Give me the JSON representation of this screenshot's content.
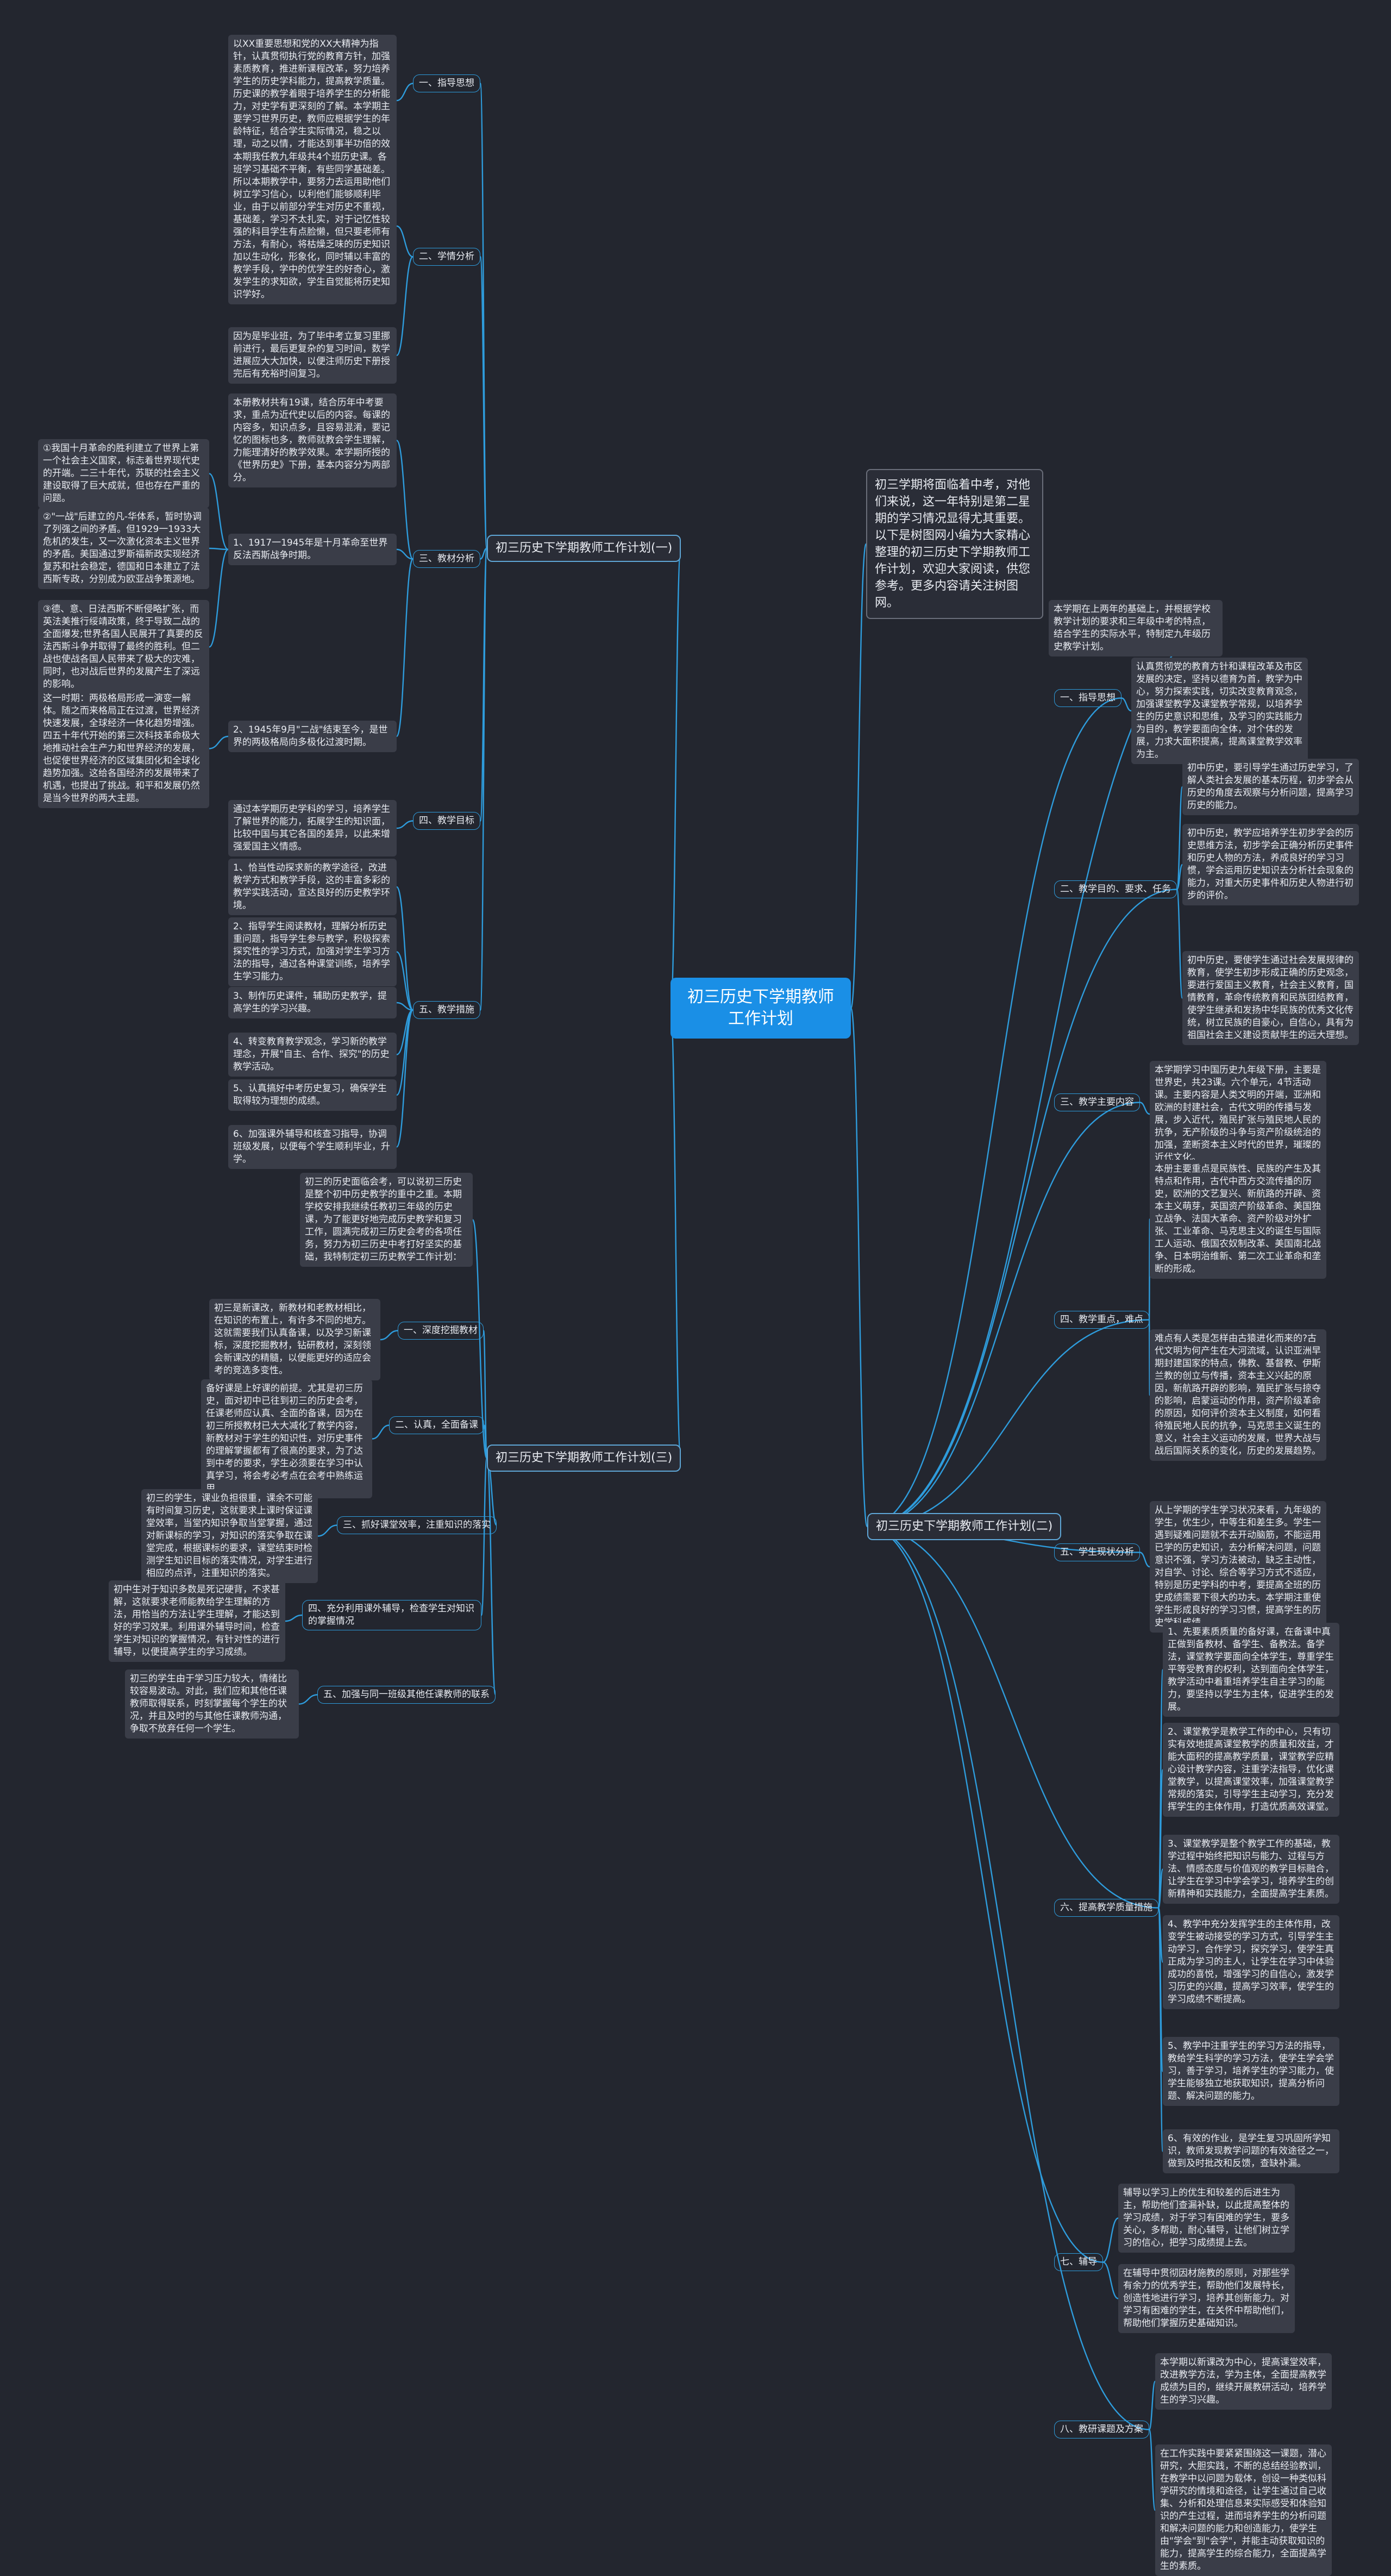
{
  "title": "初三历史下学期教师工作计划",
  "intro": "初三学期将面临着中考，对他们来说，这一年特别是第二星期的学习情况显得尤其重要。以下是树图网小编为大家精心整理的初三历史下学期教师工作计划，欢迎大家阅读，供您参考。更多内容请关注树图网。",
  "plan1": {
    "title": "初三历史下学期教师工作计划(一)",
    "s1": {
      "label": "一、指导思想",
      "text": "以XX重要思想和党的XX大精神为指针，认真贯彻执行党的教育方针，加强素质教育，推进新课程改革，努力培养学生的历史学科能力，提高教学质量。历史课的教学着眼于培养学生的分析能力，对史学有更深刻的了解。本学期主要学习世界历史，教师应根据学生的年龄特征，结合学生实际情况，稳之以理，动之以情，才能达到事半功倍的效果。"
    },
    "s2": {
      "label": "二、学情分析",
      "t1": "本期我任教九年级共4个班历史课。各班学习基础不平衡，有些同学基础差。所以本期教学中，要努力去运用助他们树立学习信心，以利他们能够顺利毕业，由于以前部分学生对历史不重视，基础差，学习不太扎实，对于记忆性较强的科目学生有点脸懒，但只要老师有方法，有耐心，将枯燥乏味的历史知识加以生动化，形象化，同时辅以丰富的教学手段，学中的优学生的好奇心，激发学生的求知欲，学生自觉能将历史知识学好。",
      "t2": "因为是毕业班，为了毕中考立复习里挪前进行，最后更复杂的复习时间，数学进展应大大加快，以便注师历史下册授完后有充裕时间复习。"
    },
    "s3": {
      "label": "三、教材分析",
      "t0": "本册教材共有19课，结合历年中考要求，重点为近代史以后的内容。每课的内容多，知识点多，且容易混淆，要记忆的图标也多，教师就教会学生理解，力能理清好的教学效果。本学期所授的《世界历史》下册，基本内容分为两部分。",
      "sub1": "1、1917一1945年是十月革命至世界反法西斯战争时期。",
      "c1": "①我国十月革命的胜利建立了世界上第一个社会主义国家，标志着世界现代史的开端。二三十年代，苏联的社会主义建设取得了巨大成就，但也存在严重的问题。",
      "c2": "②\"一战\"后建立的凡-华体系，暂时协调了列强之间的矛盾。但1929一1933大危机的发生，又一次激化资本主义世界的矛盾。美国通过罗斯福新政实现经济复苏和社会稳定，德国和日本建立了法西斯专政，分别成为欧亚战争策源地。",
      "c3": "③德、意、日法西斯不断侵略扩张，而英法美推行绥靖政策，终于导致二战的全面爆发;世界各国人民展开了真要的反法西斯斗争并取得了最终的胜利。但二战也使战各国人民带来了极大的灾难，同时，也对战后世界的发展产生了深远的影响。",
      "sub2": "2、1945年9月\"二战\"结束至今，是世界的两极格局向多极化过渡时期。",
      "c4": "这一时期：两极格局形成一演变一解体。随之而来格局正在过渡，世界经济快速发展，全球经济一体化趋势增强。四五十年代开始的第三次科技革命极大地推动社会生产力和世界经济的发展，也促使世界经济的区域集团化和全球化趋势加强。这给各国经济的发展带来了机遇，也提出了挑战。和平和发展仍然是当今世界的两大主题。"
    },
    "s4": {
      "label": "四、教学目标",
      "text": "通过本学期历史学科的学习，培养学生了解世界的能力，拓展学生的知识面，比较中国与其它各国的差异，以此来增强爱国主义情感。"
    },
    "s5": {
      "label": "五、教学措施",
      "m1": "1、恰当性动探求新的教学途径，改进教学方式和教学手段，这的丰富多彩的教学实践活动，宣达良好的历史教学环境。",
      "m2": "2、指导学生阅读教材，理解分析历史重问题，指导学生参与教学，积极探索探究性的学习方式，加强对学生学习方法的指导，通过各种课堂训练，培养学生学习能力。",
      "m3": "3、制作历史课件，辅助历史教学，提高学生的学习兴趣。",
      "m4": "4、转变教育教学观念，学习新的教学理念，开展\"自主、合作、探究\"的历史教学活动。",
      "m5": "5、认真搞好中考历史复习，确保学生取得较为理想的成绩。",
      "m6": "6、加强课外辅导和核查习指导，协调班级发展，以便每个学生顺利毕业，升学。"
    }
  },
  "plan3": {
    "title": "初三历史下学期教师工作计划(三)",
    "text0": "初三的历史面临会考，可以说初三历史是整个初中历史教学的重中之重。本期学校安排我继续任教初三年级的历史课，为了能更好地完成历史教学和复习工作，圆满完成初三历史会考的各项任务，努力为初三历史中考打好坚实的基础，我特制定初三历史教学工作计划：",
    "n1": {
      "label": "一、深度挖掘教材",
      "text": "初三是新课改，新教材和老教材相比，在知识的布置上，有许多不同的地方。这就需要我们认真备课，以及学习新课标，深度挖掘教材，钻研教材，深刻领会新课改的精髓，以便能更好的适应会考的竞选多变性。"
    },
    "n2": {
      "label": "二、认真，全面备课",
      "text": "备好课是上好课的前提。尤其是初三历史，面对初中已往到初三的历史会考，任课老师应认真、全面的备课，因为在初三所授教材已大大减化了教学内容，新教材对于学生的知识性，对历史事件的理解掌握都有了很高的要求，为了达到中考的要求，学生必须要在学习中认真学习，将会考必考点在会考中熟练运用。"
    },
    "n3": {
      "label": "三、抓好课堂效率，注重知识的落实",
      "text": "初三的学生，课业负担很重，课余不可能有时间复习历史，这就要求上课时保证课堂效率，当堂内知识争取当堂掌握，通过对新课标的学习，对知识的落实争取在课堂完成，根据课标的要求，课堂结束时检测学生知识目标的落实情况，对学生进行相应的点评，注重知识的落实。"
    },
    "n4": {
      "label": "四、充分利用课外辅导，检查学生对知识的掌握情况",
      "text": "初中生对于知识多数是死记硬背，不求甚解，这就要求老师能教给学生理解的方法，用恰当的方法让学生理解，才能达到好的学习效果。利用课外辅导时间，检查学生对知识的掌握情况，有针对性的进行辅导，以便提高学生的学习成绩。"
    },
    "n5": {
      "label": "五、加强与同一班级其他任课教师的联系",
      "text": "初三的学生由于学习压力较大，情绪比较容易波动。对此，我们应和其他任课教师取得联系，时刻掌握每个学生的状况，并且及时的与其他任课教师沟通，争取不放弃任何一个学生。"
    }
  },
  "plan2": {
    "title": "初三历史下学期教师工作计划(二)",
    "top": "本学期在上两年的基础上，并根据学校教学计划的要求和三年级中考的特点，结合学生的实际水平，特制定九年级历史教学计划。",
    "p1": {
      "label": "一、指导思想",
      "text": "认真贯彻党的教育方针和课程改革及市区发展的决定，坚持以德育为首，教学为中心，努力探索实践，切实改变教育观念，加强课堂教学及课堂教学常规，以培养学生的历史意识和思维，及学习的实践能力为目的，教学要面向全体，对个体的发展，力求大面积提高，提高课堂教学效率为主。"
    },
    "p2": {
      "label": "二、教学目的、要求、任务",
      "t1": "初中历史，要引导学生通过历史学习，了解人类社会发展的基本历程，初步学会从历史的角度去观察与分析问题，提高学习历史的能力。",
      "t2": "初中历史，教学应培养学生初步学会的历史思维方法，初步学会正确分析历史事件和历史人物的方法，养成良好的学习习惯，学会运用历史知识去分析社会现象的能力，对重大历史事件和历史人物进行初步的评价。",
      "t3": "初中历史，要使学生通过社会发展规律的教育，使学生初步形成正确的历史观念，要进行爱国主义教育，社会主义教育，国情教育，革命传统教育和民族团结教育，使学生继承和发扬中华民族的优秀文化传统，树立民族的自豪心，自信心，具有为祖国社会主义建设贡献毕生的远大理想。"
    },
    "p3": {
      "label": "三、教学主要内容",
      "text": "本学期学习中国历史九年级下册，主要是世界史，共23课。六个单元，4节活动课。主要内容是人类文明的开端，亚洲和欧洲的封建社会，古代文明的传播与发展，步入近代，殖民扩张与殖民地人民的抗争，无产阶级的斗争与资产阶级统治的加强，垄断资本主义时代的世界，璀璨的近代文化。"
    },
    "p4": {
      "label": "四、教学重点，难点",
      "t1": "本册主要重点是民族性、民族的产生及其特点和作用，古代中西方交流传播的历史，欧洲的文艺复兴、新航路的开辟、资本主义萌芽，英国资产阶级革命、美国独立战争、法国大革命、资产阶级对外扩张、工业革命、马克思主义的诞生与国际工人运动、俄国农奴制改革、美国南北战争、日本明治维新、第二次工业革命和垄断的形成。",
      "t2": "难点有人类是怎样由古猿进化而来的?古代文明为何产生在大河流域，认识亚洲早期封建国家的特点，佛教、基督教、伊斯兰教的创立与传播，资本主义兴起的原因，新航路开辟的影响，殖民扩张与掠夺的影响，启蒙运动的作用，资产阶级革命的原因，如何评价资本主义制度，如何看待殖民地人民的抗争，马克思主义诞生的意义，社会主义运动的发展，世界大战与战后国际关系的变化，历史的发展趋势。"
    },
    "p5": {
      "label": "五、学生现状分析",
      "text": "从上学期的学生学习状况来看，九年级的学生，优生少，中等生和差生多。学生一遇到疑难问题就不去开动脑筋，不能运用已学的历史知识，去分析解决问题，问题意识不强，学习方法被动，缺乏主动性，对自学、讨论、综合等学习方式不适应，特别是历史学科的中考，要提高全班的历史成绩需要下很大的功夫。本学期注重使学生形成良好的学习习惯，提高学生的历史学科成绩。"
    },
    "p6": {
      "label": "六、提高教学质量措施",
      "m1": "1、先要素质质量的备好课，在备课中真正做到备教材、备学生、备教法。备学法，课堂教学要面向全体学生，尊重学生平等受教育的权利，达到面向全体学生，教学活动中着重培养学生自主学习的能力，要坚持以学生为主体，促进学生的发展。",
      "m2": "2、课堂教学是教学工作的中心，只有切实有效地提高课堂教学的质量和效益，才能大面积的提高教学质量，课堂教学应精心设计教学内容，注重学法指导，优化课堂教学，以提高课堂效率，加强课堂教学常规的落实，引导学生主动学习，充分发挥学生的主体作用，打造优质高效课堂。",
      "m3": "3、课堂教学是整个教学工作的基础，教学过程中始终把知识与能力、过程与方法、情感态度与价值观的教学目标融合，让学生在学习中学会学习，培养学生的创新精神和实践能力，全面提高学生素质。",
      "m4": "4、教学中充分发挥学生的主体作用，改变学生被动接受的学习方式，引导学生主动学习，合作学习，探究学习，使学生真正成为学习的主人，让学生在学习中体验成功的喜悦，增强学习的自信心，激发学习历史的兴趣，提高学习效率，使学生的学习成绩不断提高。",
      "m5": "5、教学中注重学生的学习方法的指导，教给学生科学的学习方法，使学生学会学习，善于学习，培养学生的学习能力，使学生能够独立地获取知识，提高分析问题、解决问题的能力。",
      "m6": "6、有效的作业，是学生复习巩固所学知识，教师发现教学问题的有效途径之一，做到及时批改和反馈，查缺补漏。"
    },
    "p7": {
      "label": "七、辅导",
      "t1": "辅导以学习上的优生和较差的后进生为主，帮助他们查漏补缺，以此提高整体的学习成绩，对于学习有困难的学生，要多关心，多帮助，耐心辅导，让他们树立学习的信心，把学习成绩提上去。",
      "t2": "在辅导中贯彻因材施教的原则，对那些学有余力的优秀学生，帮助他们发展特长，创造性地进行学习，培养其创新能力。对学习有困难的学生，在关怀中帮助他们，帮助他们掌握历史基础知识。"
    },
    "p8": {
      "label": "八、教研课题及方案",
      "t1": "本学期以新课改为中心，提高课堂效率，改进教学方法，学为主体，全面提高教学成绩为目的，继续开展教研活动，培养学生的学习兴趣。",
      "t2": "在工作实践中要紧紧围绕这一课题，潜心研究，大胆实践，不断的总结经验教训，在教学中以问题为载体，创设一种类似科学研究的情境和途径，让学生通过自己收集、分析和处理信息来实际感受和体验知识的产生过程，进而培养学生的分析问题和解决问题的能力和创造能力，使学生由\"学会\"到\"会学\"，并能主动获取知识的能力，提高学生的综合能力，全面提高学生的素质。"
    }
  }
}
